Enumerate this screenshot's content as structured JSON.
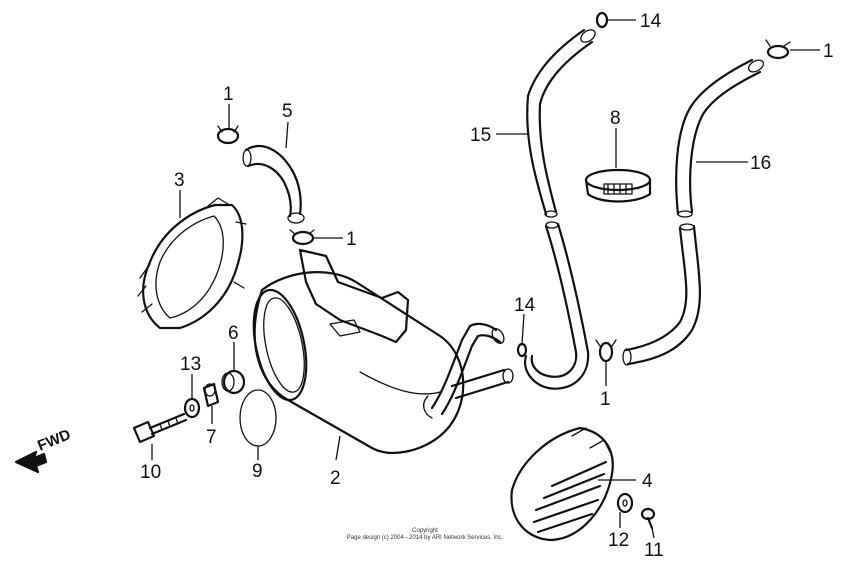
{
  "direction_label": "FWD",
  "copyright": {
    "line1": "Copyright",
    "line2": "Page design (c) 2004 - 2014 by ARI Network Services, Inc."
  },
  "callouts": {
    "c1a": "1",
    "c1b": "1",
    "c1c": "1",
    "c1d": "1",
    "c2": "2",
    "c3": "3",
    "c4": "4",
    "c5": "5",
    "c6": "6",
    "c7": "7",
    "c8": "8",
    "c9": "9",
    "c10": "10",
    "c11": "11",
    "c12": "12",
    "c13": "13",
    "c14a": "14",
    "c14b": "14",
    "c15": "15",
    "c16": "16"
  }
}
